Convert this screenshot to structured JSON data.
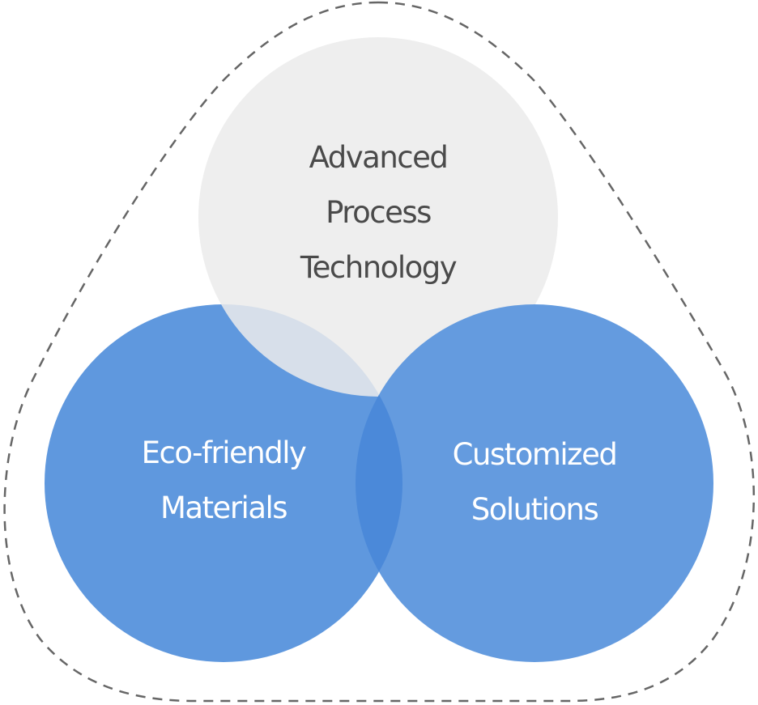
{
  "circles": [
    {
      "id": "top",
      "lines": [
        "Advanced",
        "Process",
        "Technology"
      ],
      "fill": "#ebebeb",
      "text_color": "#4a4a4a"
    },
    {
      "id": "left",
      "lines": [
        "Eco-friendly",
        "Materials"
      ],
      "fill": "#5f98de",
      "text_color": "#ffffff"
    },
    {
      "id": "right",
      "lines": [
        "Customized",
        "Solutions"
      ],
      "fill": "#5f98de",
      "text_color": "#ffffff"
    }
  ],
  "colors": {
    "overlap_blue": "#4b89d9",
    "outline": "#666666"
  }
}
